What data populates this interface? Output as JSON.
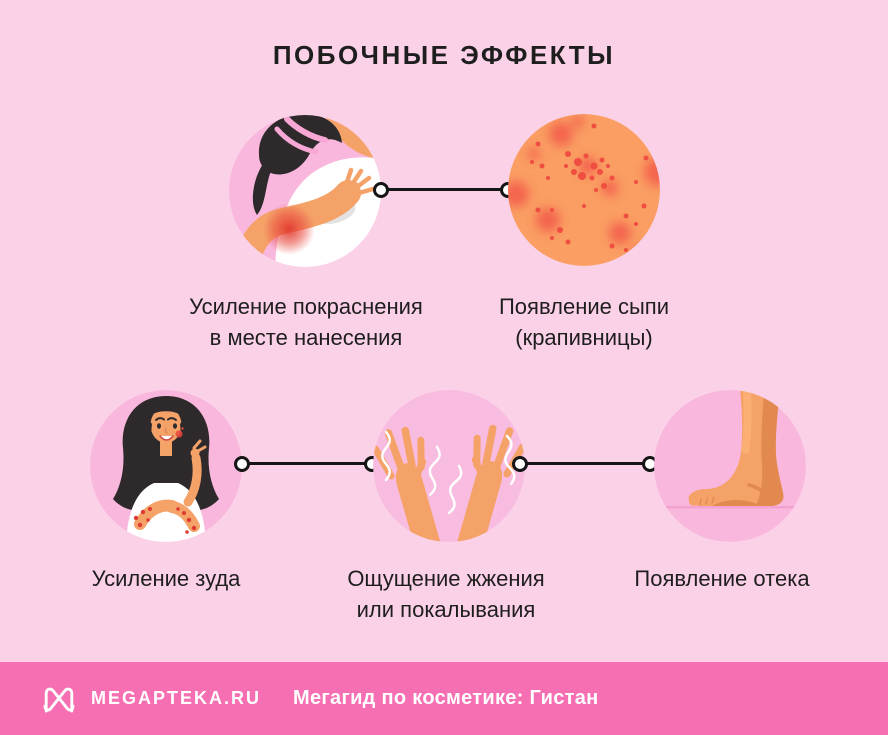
{
  "title": "ПОБОЧНЫЕ ЭФФЕКТЫ",
  "rows": [
    {
      "items": [
        {
          "icon": "woman-scratching-arm-illustration",
          "line1": "Усиление покраснения",
          "line2": "в месте нанесения"
        },
        {
          "icon": "skin-rash-closeup-illustration",
          "line1": "Появление сыпи",
          "line2": "(крапивницы)"
        }
      ]
    },
    {
      "items": [
        {
          "icon": "woman-itching-illustration",
          "line1": "Усиление зуда",
          "line2": ""
        },
        {
          "icon": "trembling-hands-illustration",
          "line1": "Ощущение жжения",
          "line2": "или покалывания"
        },
        {
          "icon": "swollen-foot-illustration",
          "line1": "Появление отека",
          "line2": ""
        }
      ]
    }
  ],
  "footer": {
    "logo_icon": "megapteka-logo-icon",
    "brand": "MEGAPTEKA.RU",
    "caption": "Мегагид по косметике: Гистан"
  },
  "colors": {
    "page_background": "#FBD1E8",
    "circle_background": "#F9B7DE",
    "rash_background": "#FA9E63",
    "rash_spot": "#F25648",
    "skin": "#F5A269",
    "skin_shadow": "#E2894F",
    "hair": "#2E2A2C",
    "irritation_red": "#E8473C",
    "connector_line": "#151515",
    "text": "#1E1E1E",
    "footer_background": "#F56FB2",
    "footer_text": "#FFFFFF"
  }
}
